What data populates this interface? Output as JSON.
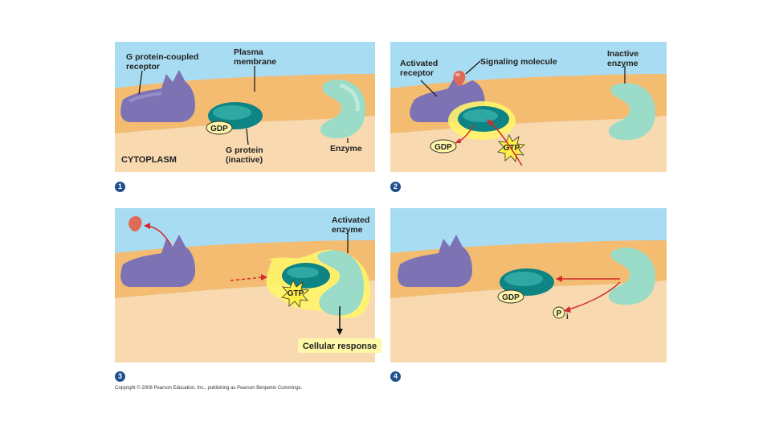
{
  "panel1": {
    "step": "1",
    "gpcr_label_line1": "G protein-coupled",
    "gpcr_label_line2": "receptor",
    "membrane_label_line1": "Plasma",
    "membrane_label_line2": "membrane",
    "gdp": "GDP",
    "cytoplasm": "CYTOPLASM",
    "gprotein_line1": "G protein",
    "gprotein_line2": "(inactive)",
    "enzyme": "Enzyme"
  },
  "panel2": {
    "step": "2",
    "activated_receptor_line1": "Activated",
    "activated_receptor_line2": "receptor",
    "signaling_molecule": "Signaling molecule",
    "inactive_enzyme_line1": "Inactive",
    "inactive_enzyme_line2": "enzyme",
    "gdp": "GDP",
    "gtp": "GTP"
  },
  "panel3": {
    "step": "3",
    "activated_enzyme_line1": "Activated",
    "activated_enzyme_line2": "enzyme",
    "gtp": "GTP",
    "cellular_response": "Cellular response"
  },
  "panel4": {
    "step": "4",
    "gdp": "GDP",
    "pi_main": "P",
    "pi_sub": "i"
  },
  "copyright": "Copyright © 2008 Pearson Education, Inc., publishing as Pearson Benjamin Cummings.",
  "colors": {
    "extracellular": "#a8dcf2",
    "membrane": "#f4bc70",
    "cytoplasm": "#f8d9b0",
    "receptor": "#7c72b4",
    "gprotein": "#149a9a",
    "enzyme": "#9adcc8",
    "signal": "#e06a58",
    "arrow": "#d42a2a"
  }
}
